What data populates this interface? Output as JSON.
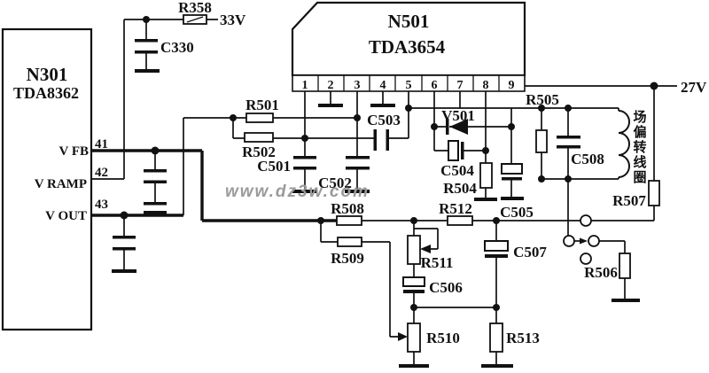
{
  "watermark": "www.dz3w.com",
  "ic_left": {
    "ref": "N301",
    "part": "TDA8362",
    "pins": [
      {
        "num": "41",
        "name": "V FB"
      },
      {
        "num": "42",
        "name": "V RAMP"
      },
      {
        "num": "43",
        "name": "V OUT"
      }
    ]
  },
  "ic_main": {
    "ref": "N501",
    "part": "TDA3654",
    "pins": [
      "1",
      "2",
      "3",
      "4",
      "5",
      "6",
      "7",
      "8",
      "9"
    ]
  },
  "power": {
    "rail_33v": "33V",
    "rail_27v": "27V"
  },
  "labels": {
    "r358": "R358",
    "c330": "C330",
    "r501": "R501",
    "r502": "R502",
    "c501": "C501",
    "c502": "C502",
    "c503": "C503",
    "v501": "V501",
    "c504": "C504",
    "r504": "R504",
    "r505": "R505",
    "c505": "C505",
    "c506": "C506",
    "c507": "C507",
    "c508": "C508",
    "r506": "R506",
    "r507": "R507",
    "r508": "R508",
    "r509": "R509",
    "r510": "R510",
    "r511": "R511",
    "r512": "R512",
    "r513": "R513"
  },
  "coil": {
    "name": "场偏转线圈",
    "chars": [
      "场",
      "偏",
      "转",
      "线",
      "圈"
    ]
  }
}
